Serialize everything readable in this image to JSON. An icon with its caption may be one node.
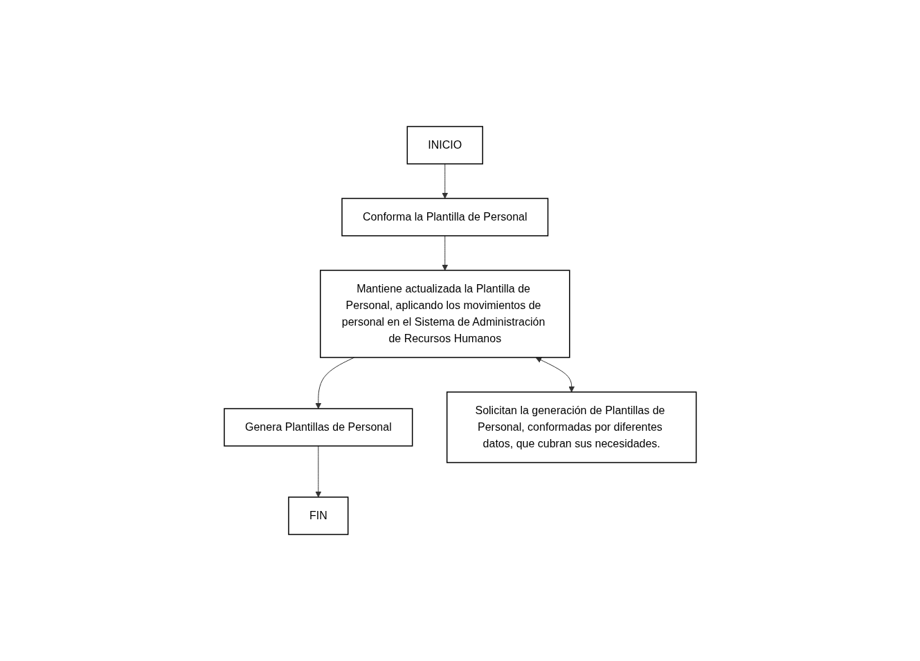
{
  "diagram": {
    "nodes": [
      {
        "text": [
          "INICIO"
        ]
      },
      {
        "text": [
          "Conforma la Plantilla de Personal"
        ]
      },
      {
        "text": [
          "Mantiene actualizada la Plantilla de Personal, aplicando los movimientos de personal en el Sistema de Administración de Recursos Humanos"
        ]
      },
      {
        "text": [
          "Genera Plantillas de Personal"
        ]
      },
      {
        "text": [
          "FIN"
        ]
      },
      {
        "text": [
          "Solicitan la generación de Plantillas de Personal, conformadas por diferentes datos, que cubran sus necesidades."
        ]
      }
    ],
    "edges": [
      {
        "from": 0,
        "to": 1,
        "arrow": "to"
      },
      {
        "from": 1,
        "to": 2,
        "arrow": "to"
      },
      {
        "from": 2,
        "to": 3,
        "arrow": "to"
      },
      {
        "from": 3,
        "to": 4,
        "arrow": "to"
      },
      {
        "from": 2,
        "to": 5,
        "arrow": "both"
      }
    ]
  }
}
